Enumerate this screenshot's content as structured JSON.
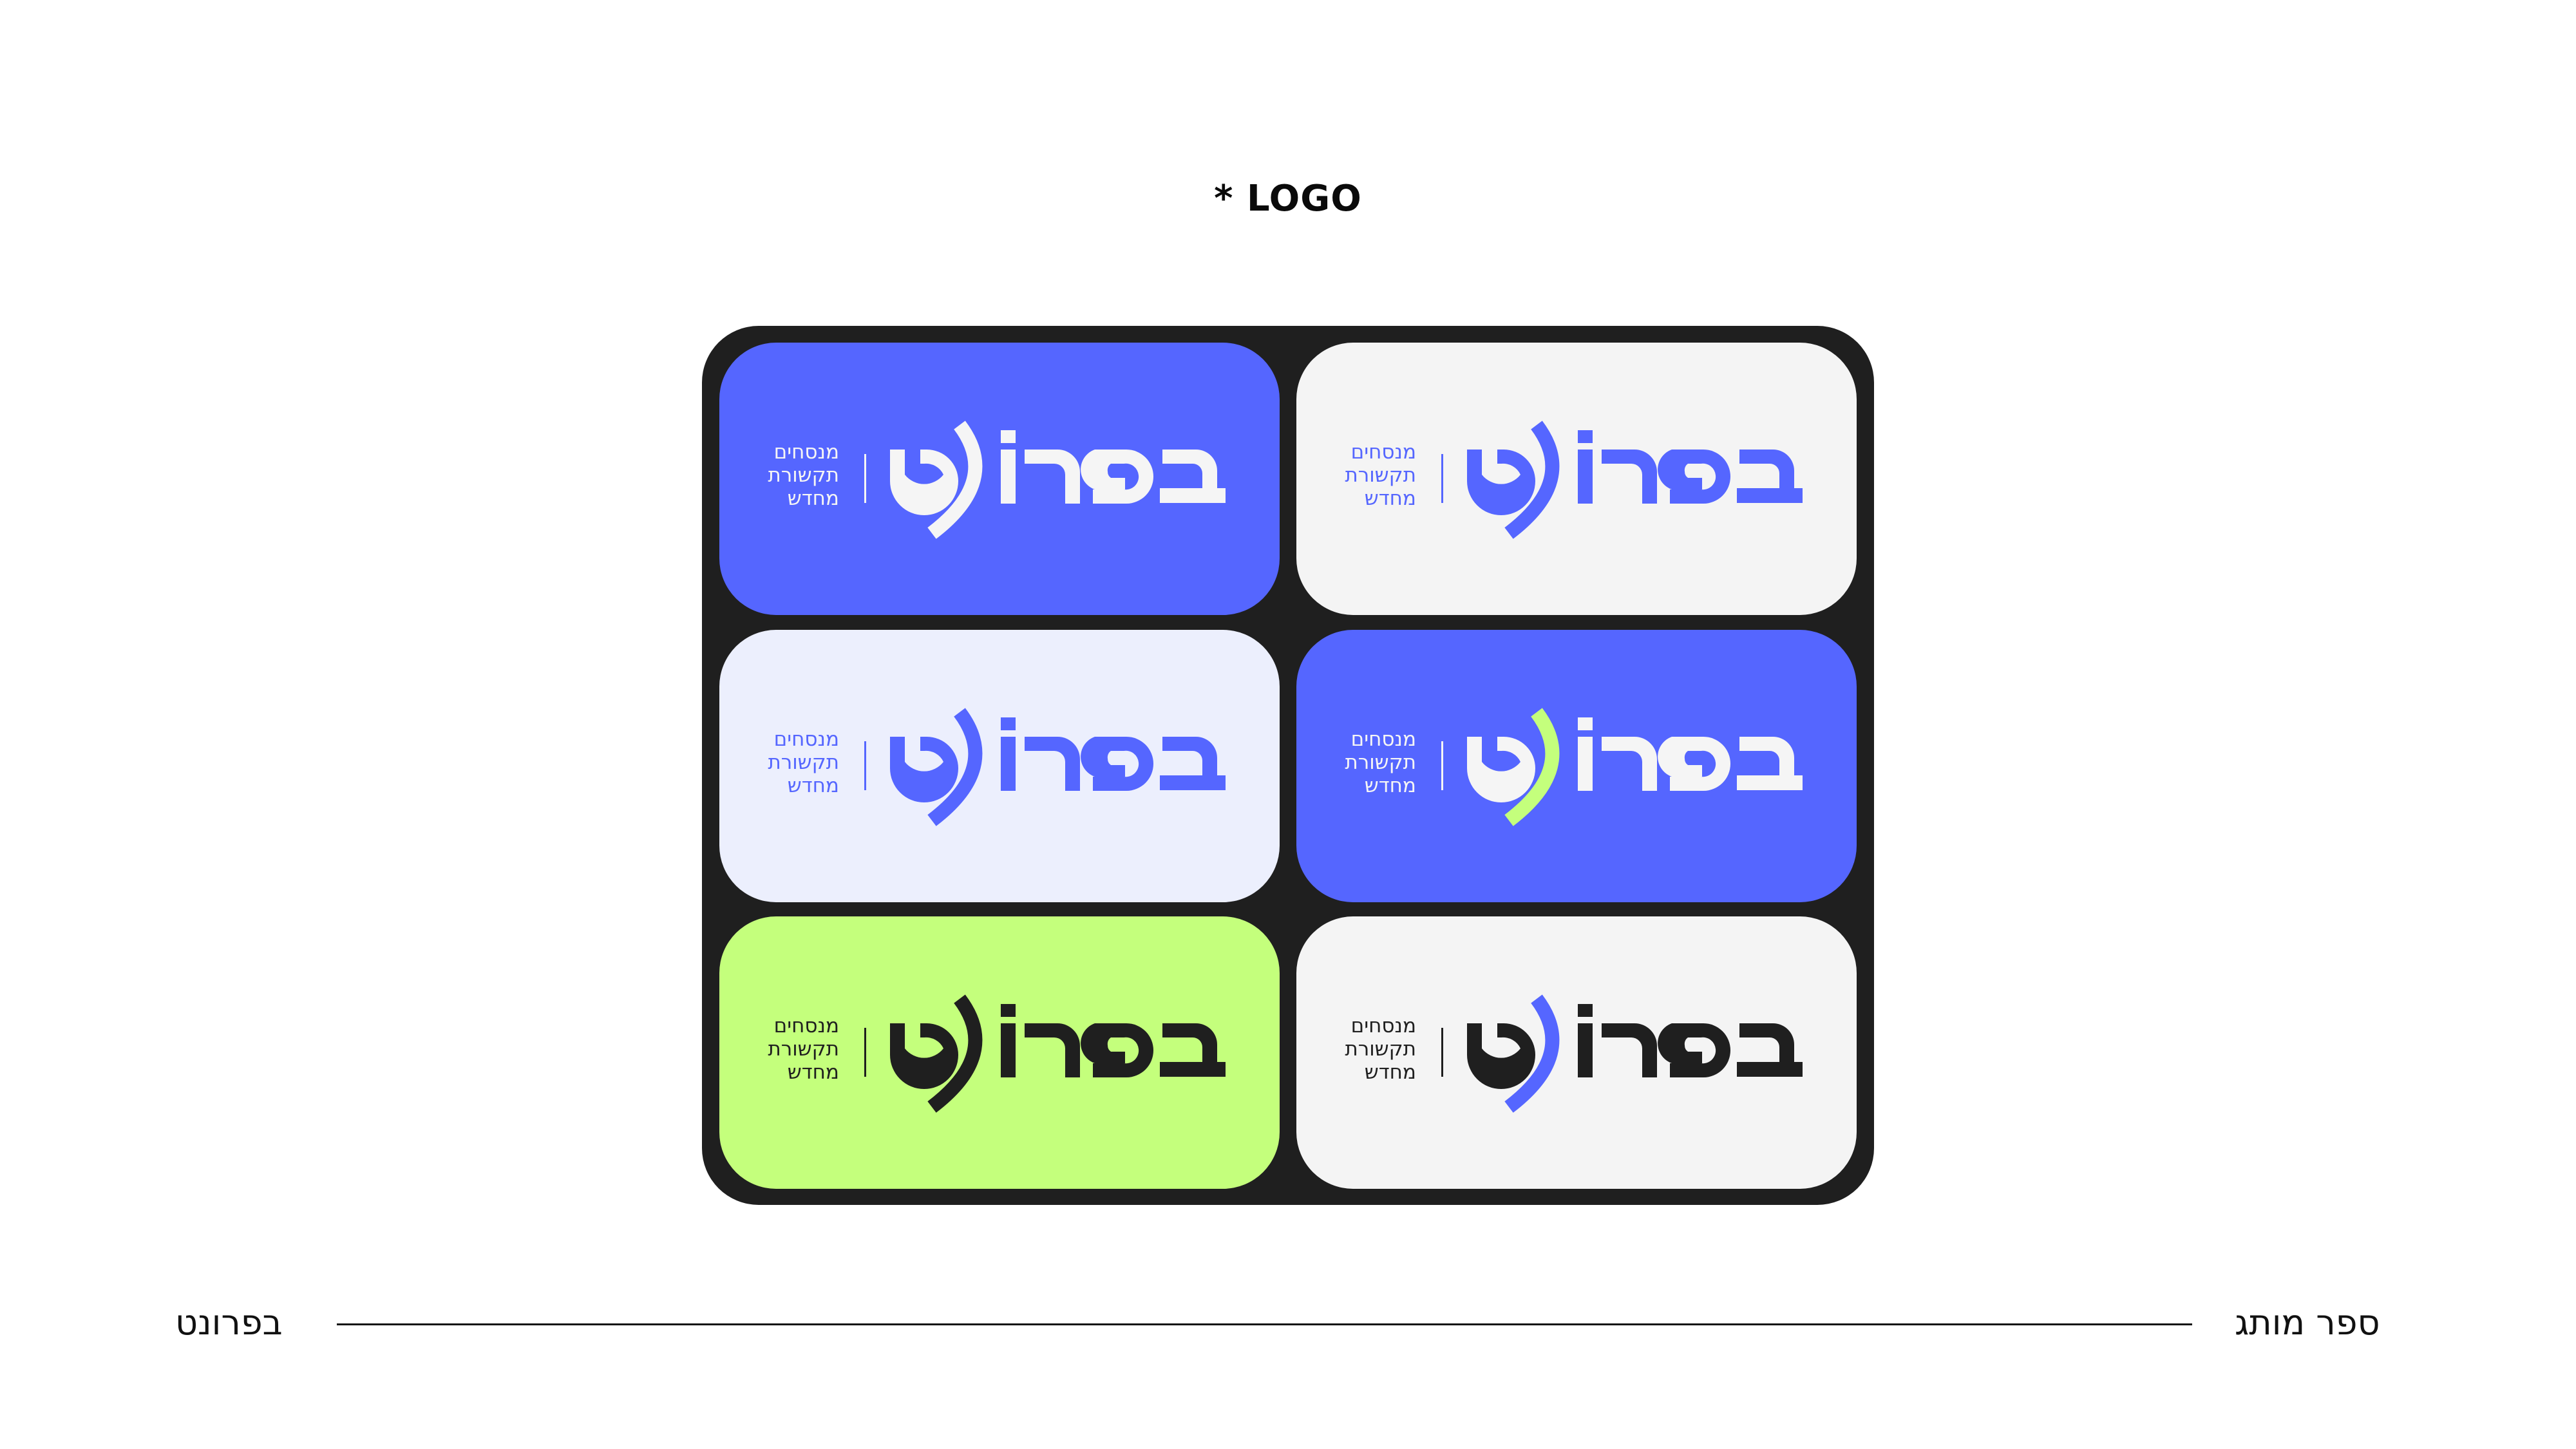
{
  "header": {
    "title": "* LOGO"
  },
  "colors": {
    "frame": "#1f1f1f",
    "blue": "#5566ff",
    "light_gray": "#f4f4f4",
    "lavender": "#eceffd",
    "lime": "#c4ff7c",
    "dark": "#1f1f1f",
    "white": "#f5f5f5"
  },
  "logo": {
    "wordmark": "בפרו)ט",
    "tagline": [
      "מנסחים",
      "תקשורת",
      "מחדש"
    ]
  },
  "cards": [
    {
      "name": "blue-card",
      "bg": "#5566ff",
      "letters": "#f5f5f5",
      "arc": "#f5f5f5",
      "tagline": "#f5f5f5"
    },
    {
      "name": "gray-card",
      "bg": "#f4f4f4",
      "letters": "#5566ff",
      "arc": "#5566ff",
      "tagline": "#5566ff"
    },
    {
      "name": "lavender-card",
      "bg": "#eceffd",
      "letters": "#5566ff",
      "arc": "#5566ff",
      "tagline": "#5566ff"
    },
    {
      "name": "blue-lime-card",
      "bg": "#5566ff",
      "letters": "#f5f5f5",
      "arc": "#c4ff7c",
      "tagline": "#f5f5f5"
    },
    {
      "name": "lime-card",
      "bg": "#c4ff7c",
      "letters": "#1f1f1f",
      "arc": "#1f1f1f",
      "tagline": "#1f1f1f"
    },
    {
      "name": "gray-dark-card",
      "bg": "#f4f4f4",
      "letters": "#1f1f1f",
      "arc": "#5566ff",
      "tagline": "#1f1f1f"
    }
  ],
  "footer": {
    "brand": "בפרונט",
    "doc_title": "ספר מותג"
  }
}
